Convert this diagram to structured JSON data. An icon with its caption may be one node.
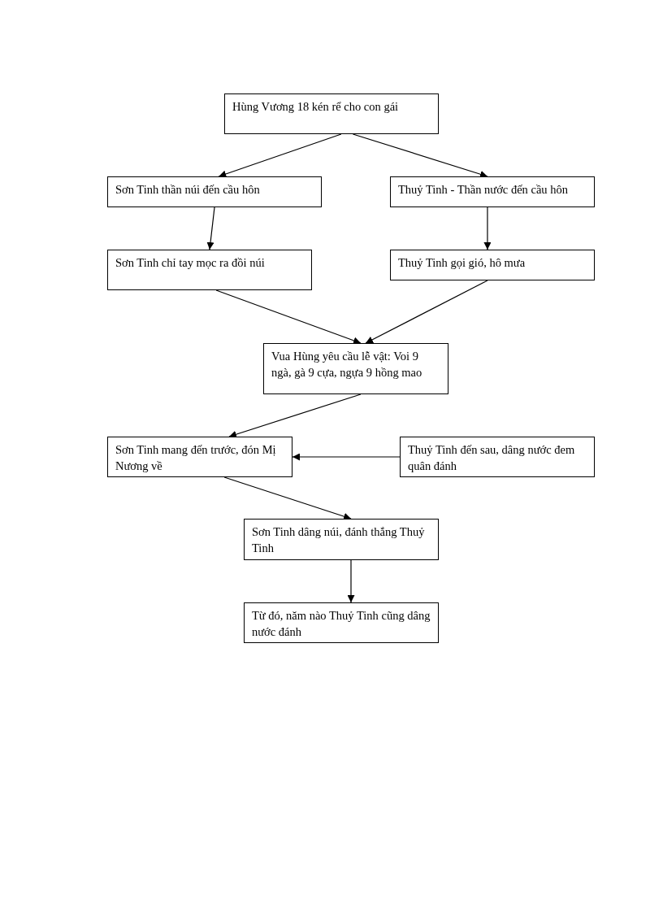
{
  "diagram": {
    "nodes": [
      {
        "text": [
          "Hùng Vương 18 kén rể cho con gái"
        ]
      },
      {
        "text": [
          "Sơn Tinh thần núi đến cầu hôn"
        ]
      },
      {
        "text": [
          "Thuỷ Tinh - Thần nước đến cầu hôn"
        ]
      },
      {
        "text": [
          "Sơn Tinh chỉ tay mọc ra đồi núi"
        ]
      },
      {
        "text": [
          "Thuỷ Tinh gọi gió, hô mưa"
        ]
      },
      {
        "text": [
          "Vua Hùng yêu cầu lễ vật: Voi 9 ngà, gà 9 cựa, ngựa 9 hồng mao"
        ]
      },
      {
        "text": [
          "Sơn Tinh mang đến trước, đón Mị Nương về"
        ]
      },
      {
        "text": [
          "Thuỷ Tinh đến sau, dâng nước đem quân đánh"
        ]
      },
      {
        "text": [
          "Sơn Tinh dâng núi, đánh thắng Thuỷ Tinh"
        ]
      },
      {
        "text": [
          "Từ đó, năm nào Thuỷ Tinh cũng dâng nước đánh"
        ]
      }
    ],
    "edges": [
      {
        "from": 0,
        "to": 1,
        "arrow": "to"
      },
      {
        "from": 0,
        "to": 2,
        "arrow": "to"
      },
      {
        "from": 1,
        "to": 3,
        "arrow": "to"
      },
      {
        "from": 2,
        "to": 4,
        "arrow": "to"
      },
      {
        "from": 3,
        "to": 5,
        "arrow": "to"
      },
      {
        "from": 4,
        "to": 5,
        "arrow": "to"
      },
      {
        "from": 5,
        "to": 6,
        "arrow": "to"
      },
      {
        "from": 7,
        "to": 6,
        "arrow": "to"
      },
      {
        "from": 6,
        "to": 8,
        "arrow": "to"
      },
      {
        "from": 8,
        "to": 9,
        "arrow": "to"
      }
    ]
  }
}
